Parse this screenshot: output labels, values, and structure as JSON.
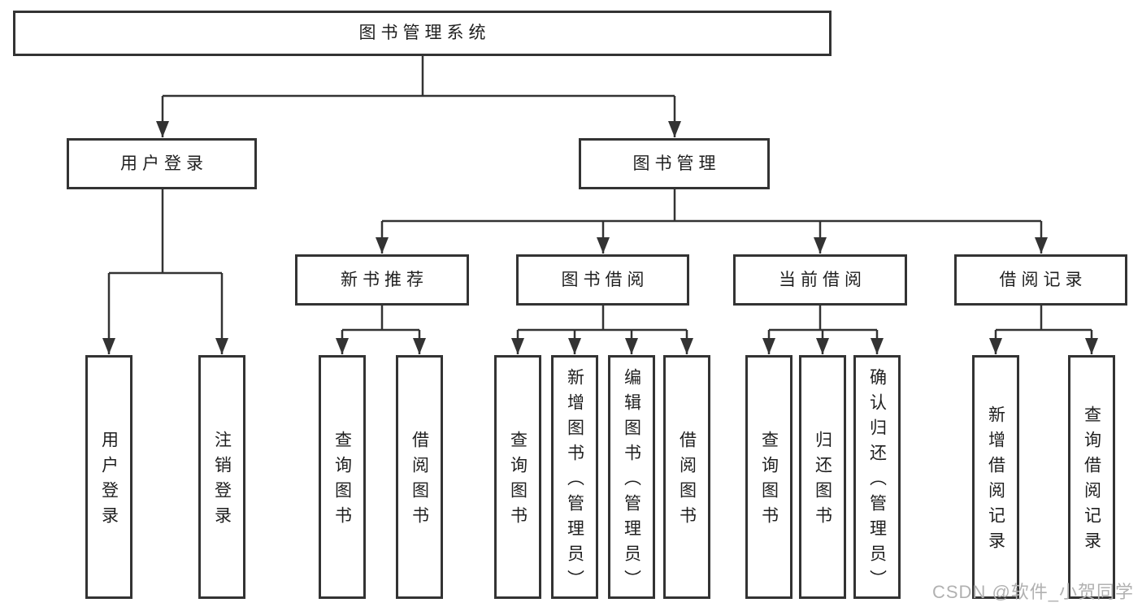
{
  "nodes": {
    "root": "图书管理系统",
    "level2": [
      "用户登录",
      "图书管理"
    ],
    "level3": [
      "新书推荐",
      "图书借阅",
      "当前借阅",
      "借阅记录"
    ],
    "level4": [
      "用户登录",
      "注销登录",
      "查询图书",
      "借阅图书",
      "查询图书",
      "新增图书（管理员）",
      "编辑图书（管理员）",
      "借阅图书",
      "查询图书",
      "归还图书",
      "确认归还（管理员）",
      "新增借阅记录",
      "查询借阅记录"
    ]
  },
  "hierarchy": {
    "label": "图书管理系统",
    "children": [
      {
        "label": "用户登录",
        "children": [
          {
            "label": "用户登录"
          },
          {
            "label": "注销登录"
          }
        ]
      },
      {
        "label": "图书管理",
        "children": [
          {
            "label": "新书推荐",
            "children": [
              {
                "label": "查询图书"
              },
              {
                "label": "借阅图书"
              }
            ]
          },
          {
            "label": "图书借阅",
            "children": [
              {
                "label": "查询图书"
              },
              {
                "label": "新增图书（管理员）"
              },
              {
                "label": "编辑图书（管理员）"
              },
              {
                "label": "借阅图书"
              }
            ]
          },
          {
            "label": "当前借阅",
            "children": [
              {
                "label": "查询图书"
              },
              {
                "label": "归还图书"
              },
              {
                "label": "确认归还（管理员）"
              }
            ]
          },
          {
            "label": "借阅记录",
            "children": [
              {
                "label": "新增借阅记录"
              },
              {
                "label": "查询借阅记录"
              }
            ]
          }
        ]
      }
    ]
  },
  "watermark": "CSDN @软件_小贺同学",
  "colors": {
    "line": "#333333",
    "text": "#1f1f1f",
    "node_fill": "#ffffff",
    "watermark": "#b1b1b1",
    "background": "#ffffff"
  }
}
